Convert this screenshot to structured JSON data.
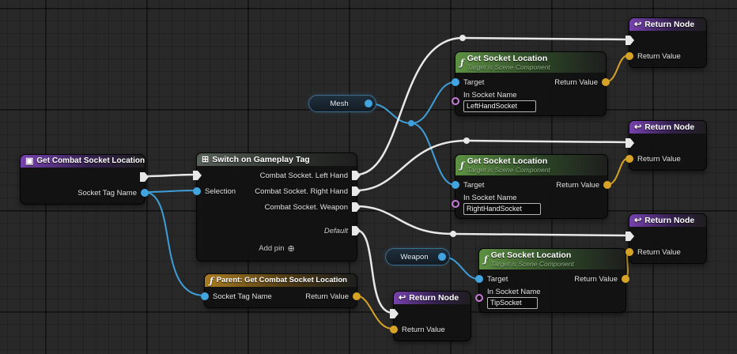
{
  "graph": {
    "entry": {
      "title": "Get Combat Socket Location",
      "param": "Socket Tag Name"
    },
    "switch": {
      "title": "Switch on Gameplay Tag",
      "selection": "Selection",
      "case_left": "Combat Socket. Left Hand",
      "case_right": "Combat Socket. Right Hand",
      "case_weapon": "Combat Socket. Weapon",
      "case_default": "Default",
      "add_pin": "Add pin"
    },
    "parent": {
      "title": "Parent: Get Combat Socket Location",
      "param": "Socket Tag Name",
      "return_label": "Return Value"
    },
    "mesh": {
      "title": "Mesh"
    },
    "weapon": {
      "title": "Weapon"
    },
    "gsl_left": {
      "title": "Get Socket Location",
      "subtitle": "Target is Scene Component",
      "target": "Target",
      "return_label": "Return Value",
      "socket_label": "In Socket Name",
      "socket_value": "LeftHandSocket"
    },
    "gsl_right": {
      "title": "Get Socket Location",
      "subtitle": "Target is Scene Component",
      "target": "Target",
      "return_label": "Return Value",
      "socket_label": "In Socket Name",
      "socket_value": "RightHandSocket"
    },
    "gsl_tip": {
      "title": "Get Socket Location",
      "subtitle": "Target is Scene Component",
      "target": "Target",
      "return_label": "Return Value",
      "socket_label": "In Socket Name",
      "socket_value": "TipSocket"
    },
    "return_node": {
      "title": "Return Node",
      "return_label": "Return Value"
    }
  },
  "icons": {
    "entry": "▣",
    "switch": "⊞",
    "function": "ƒ",
    "return": "↩",
    "add": "⊕"
  },
  "colors": {
    "exec": "#e8e8e8",
    "blue": "#3e9fd9",
    "yellow": "#d7a326"
  }
}
